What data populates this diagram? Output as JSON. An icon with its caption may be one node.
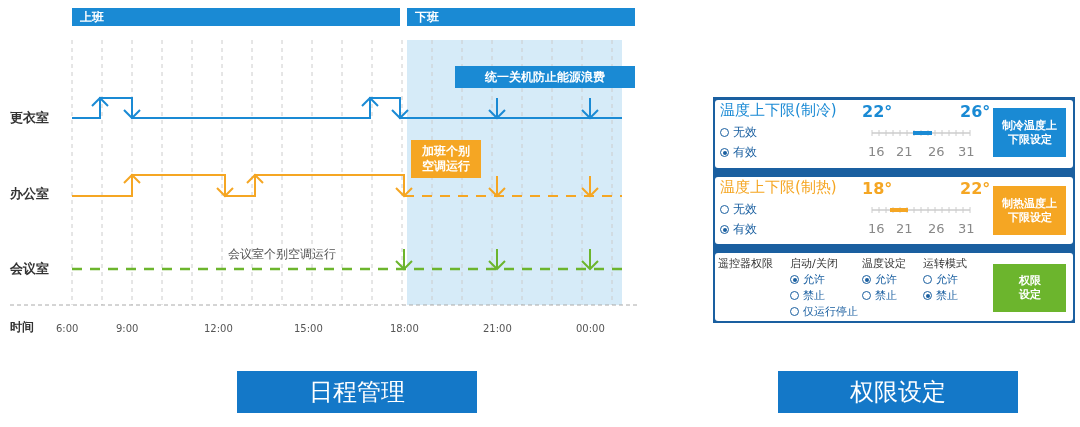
{
  "diagram": {
    "nodes": [
      {
        "text": [
          "上班"
        ]
      },
      {
        "text": [
          "下班"
        ]
      },
      {
        "text": [
          "统一关机防止能源浪费"
        ]
      },
      {
        "text": [
          "加班个别空调运行"
        ]
      },
      {
        "text": [
          "制冷温度上下限设定"
        ]
      },
      {
        "text": [
          "制热温度上下限设定"
        ]
      },
      {
        "text": [
          "权限设定"
        ]
      },
      {
        "text": [
          "日程管理"
        ]
      },
      {
        "text": [
          "权限设定"
        ]
      }
    ],
    "edges": [],
    "labels": [
      "更衣室",
      "办公室",
      "会议室",
      "会议室个别空调运行",
      "时间",
      "6:00",
      "9:00",
      "12:00",
      "15:00",
      "18:00",
      "21:00",
      "00:00",
      "温度上下限(制冷)",
      "22°",
      "26°",
      "无效",
      "有效",
      "16",
      "21",
      "26",
      "31",
      "温度上下限(制热)",
      "18°",
      "22°",
      "无效",
      "有效",
      "16",
      "21",
      "26",
      "31",
      "遥控器权限",
      "启动/关闭",
      "温度设定",
      "运转模式",
      "允许",
      "允许",
      "允许",
      "禁止",
      "禁止",
      "禁止",
      "仅运行停止"
    ]
  }
}
